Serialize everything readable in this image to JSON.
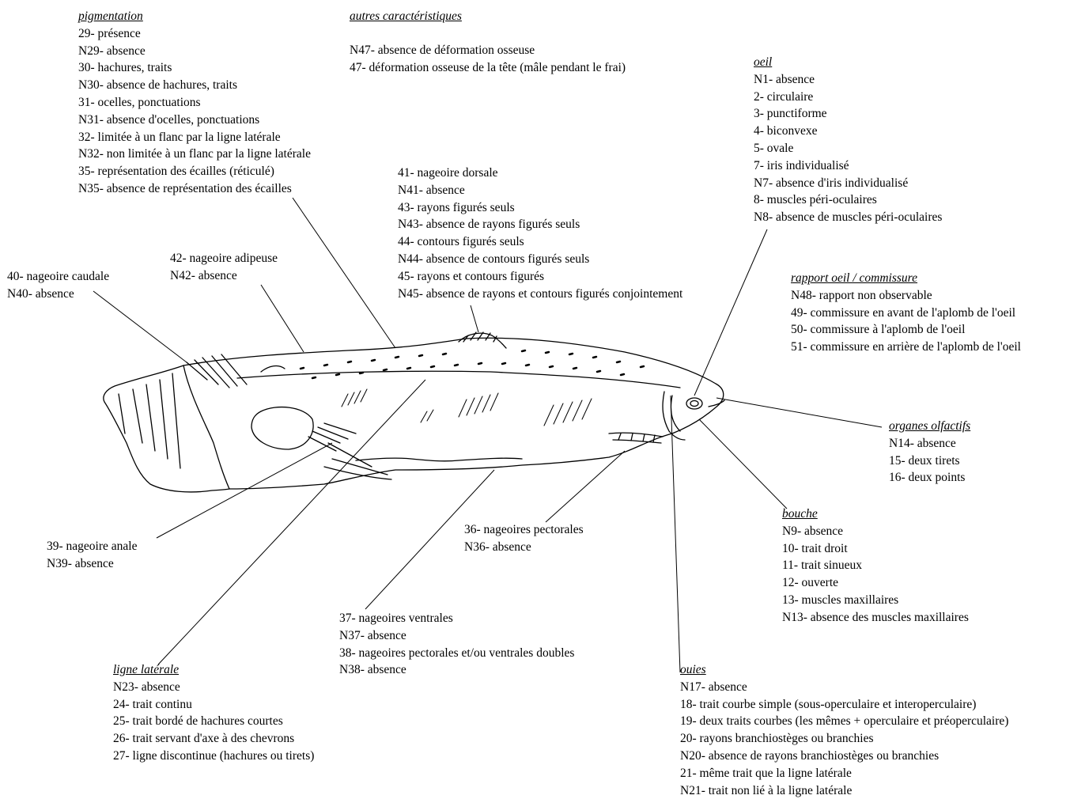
{
  "pigmentation": {
    "heading": "pigmentation",
    "items": [
      "29- présence",
      "N29- absence",
      "30- hachures, traits",
      "N30- absence de hachures, traits",
      "31- ocelles, ponctuations",
      "N31- absence d'ocelles, ponctuations",
      "32- limitée à un flanc par la ligne latérale",
      "N32- non limitée à un flanc par la ligne latérale",
      "35- représentation des écailles (réticulé)",
      "N35- absence de représentation des écailles"
    ]
  },
  "autres": {
    "heading": "autres caractéristiques",
    "items": [
      "N47- absence de déformation osseuse",
      "47- déformation osseuse de la tête (mâle pendant le frai)"
    ]
  },
  "oeil": {
    "heading": "oeil",
    "items": [
      "N1- absence",
      "2- circulaire",
      "3- punctiforme",
      "4- biconvexe",
      "5- ovale",
      "7- iris individualisé",
      "N7- absence d'iris individualisé",
      "8- muscles péri-oculaires",
      "N8- absence de muscles péri-oculaires"
    ]
  },
  "dorsale": {
    "items": [
      "41- nageoire dorsale",
      "N41- absence",
      "43- rayons figurés seuls",
      "N43- absence de rayons figurés seuls",
      "44- contours figurés seuls",
      "N44- absence de contours figurés seuls",
      "45- rayons et contours figurés",
      "N45- absence de rayons et contours figurés conjointement"
    ]
  },
  "adipeuse": {
    "items": [
      "42- nageoire adipeuse",
      "N42- absence"
    ]
  },
  "caudale": {
    "items": [
      "40- nageoire caudale",
      "N40- absence"
    ]
  },
  "rapport": {
    "heading": "rapport oeil / commissure",
    "items": [
      "N48- rapport non observable",
      "49- commissure en avant de l'aplomb de l'oeil",
      "50- commissure à l'aplomb de l'oeil",
      "51- commissure en arrière de l'aplomb de l'oeil"
    ]
  },
  "olfactifs": {
    "heading": "organes olfactifs",
    "items": [
      "N14- absence",
      "15- deux tirets",
      "16- deux points"
    ]
  },
  "bouche": {
    "heading": "bouche",
    "items": [
      "N9- absence",
      "10- trait droit",
      "11- trait sinueux",
      "12- ouverte",
      "13- muscles maxillaires",
      "N13- absence des muscles maxillaires"
    ]
  },
  "anale": {
    "items": [
      "39- nageoire anale",
      "N39- absence"
    ]
  },
  "pectorales": {
    "items": [
      "36- nageoires pectorales",
      "N36- absence"
    ]
  },
  "ventrales": {
    "items": [
      "37- nageoires ventrales",
      "N37- absence",
      "38- nageoires pectorales et/ou ventrales doubles",
      "N38- absence"
    ]
  },
  "ligne": {
    "heading": "ligne latérale",
    "items": [
      "N23- absence",
      "24- trait continu",
      "25- trait bordé de hachures courtes",
      "26- trait servant d'axe à des chevrons",
      "27- ligne discontinue (hachures ou tirets)"
    ]
  },
  "ouies": {
    "heading": "ouies",
    "items": [
      "N17- absence",
      "18- trait courbe simple (sous-operculaire et interoperculaire)",
      "19- deux traits courbes (les mêmes + operculaire et préoperculaire)",
      "20- rayons branchiostèges ou branchies",
      "N20- absence de rayons branchiostèges ou branchies",
      "21- même trait que la ligne latérale",
      "N21- trait non lié à la ligne latérale"
    ]
  }
}
